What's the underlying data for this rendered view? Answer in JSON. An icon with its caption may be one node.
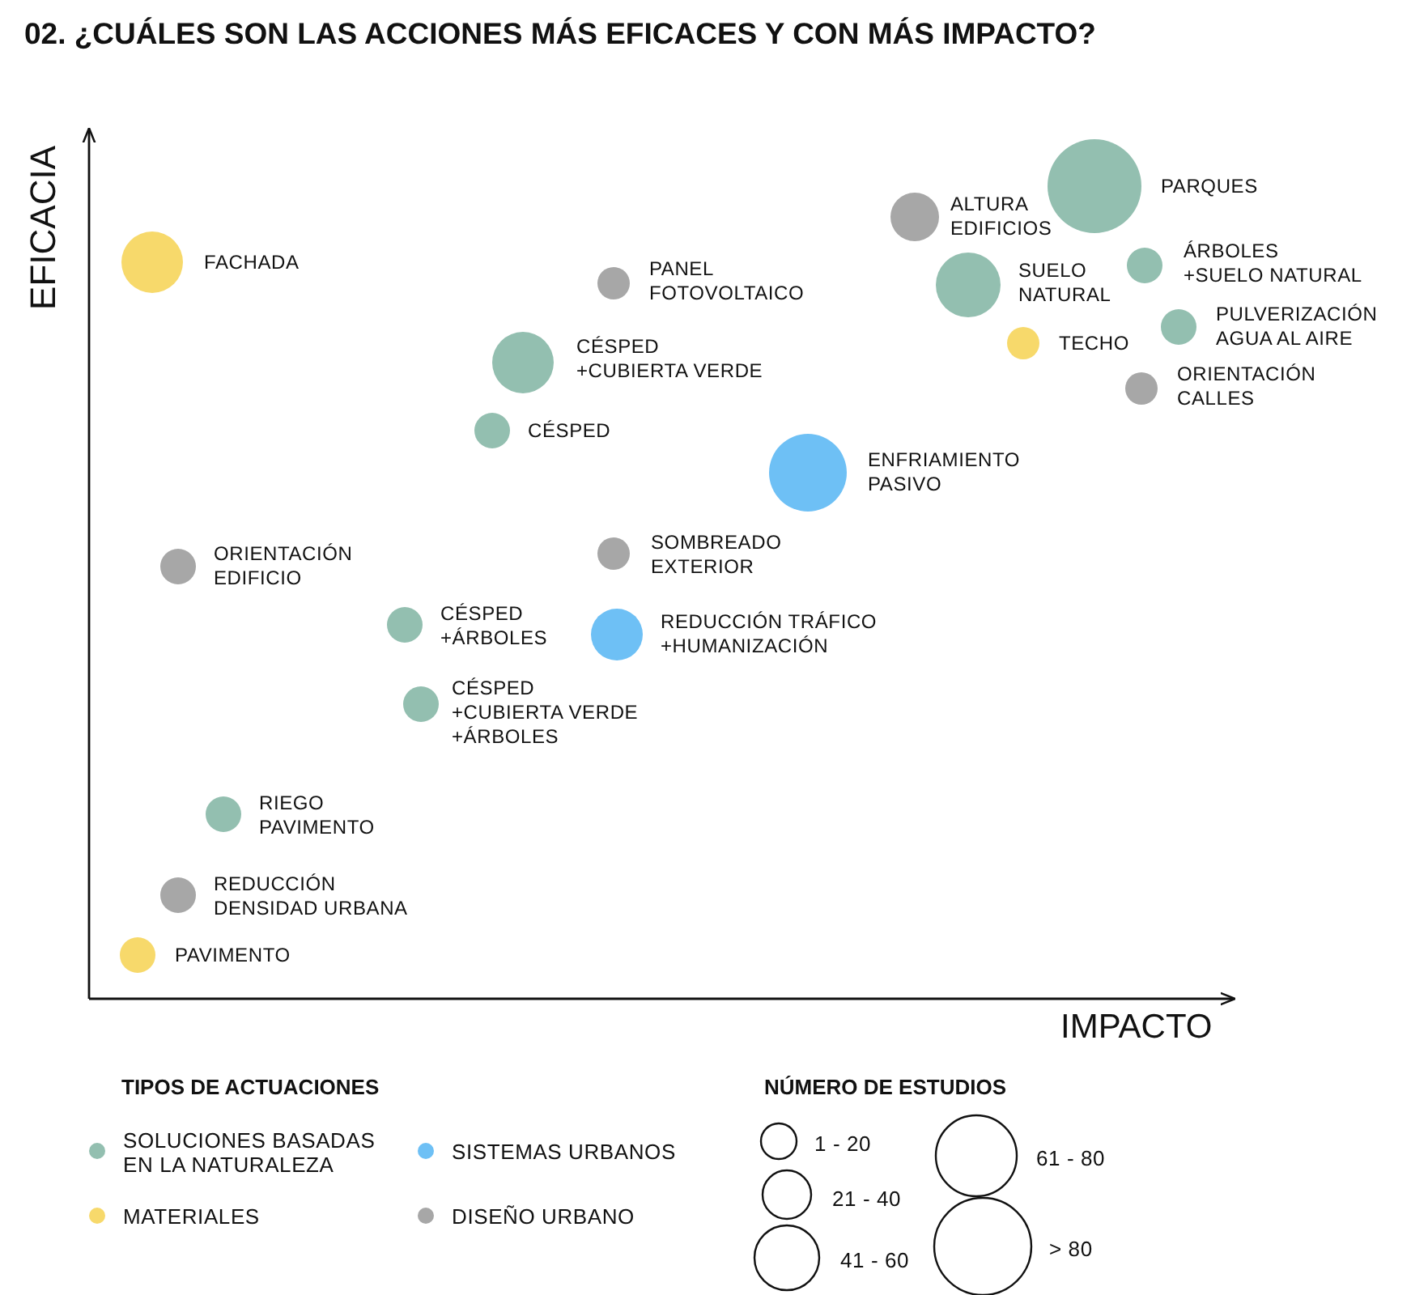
{
  "diagram": {
    "title": "02. ¿CUÁLES SON LAS ACCIONES MÁS EFICACES Y CON MÁS IMPACTO?",
    "nodes": [
      {
        "text": [],
        "shape": "circle",
        "beside": [
          "PARQUES"
        ]
      },
      {
        "text": [],
        "shape": "circle",
        "beside": [
          "ALTURA EDIFICIOS"
        ]
      },
      {
        "text": [],
        "shape": "circle",
        "beside": [
          "FACHADA"
        ]
      },
      {
        "text": [],
        "shape": "circle",
        "beside": [
          "ÁRBOLES +SUELO NATURAL"
        ]
      },
      {
        "text": [],
        "shape": "circle",
        "beside": [
          "PANEL FOTOVOLTAICO"
        ]
      },
      {
        "text": [],
        "shape": "circle",
        "beside": [
          "SUELO NATURAL"
        ]
      },
      {
        "text": [],
        "shape": "circle",
        "beside": [
          "PULVERIZACIÓN AGUA AL AIRE"
        ]
      },
      {
        "text": [],
        "shape": "circle",
        "beside": [
          "TECHO"
        ]
      },
      {
        "text": [],
        "shape": "circle",
        "beside": [
          "CÉSPED +CUBIERTA VERDE"
        ]
      },
      {
        "text": [],
        "shape": "circle",
        "beside": [
          "ORIENTACIÓN CALLES"
        ]
      },
      {
        "text": [],
        "shape": "circle",
        "beside": [
          "CÉSPED"
        ]
      },
      {
        "text": [],
        "shape": "circle",
        "beside": [
          "ENFRIAMIENTO PASIVO"
        ]
      },
      {
        "text": [],
        "shape": "circle",
        "beside": [
          "SOMBREADO EXTERIOR"
        ]
      },
      {
        "text": [],
        "shape": "circle",
        "beside": [
          "ORIENTACIÓN EDIFICIO"
        ]
      },
      {
        "text": [],
        "shape": "circle",
        "beside": [
          "CÉSPED +ÁRBOLES"
        ]
      },
      {
        "text": [],
        "shape": "circle",
        "beside": [
          "REDUCCIÓN TRÁFICO +HUMANIZACIÓN"
        ]
      },
      {
        "text": [],
        "shape": "circle",
        "beside": [
          "CÉSPED +CUBIERTA VERDE +ÁRBOLES"
        ]
      },
      {
        "text": [],
        "shape": "circle",
        "beside": [
          "RIEGO PAVIMENTO"
        ]
      },
      {
        "text": [],
        "shape": "circle",
        "beside": [
          "REDUCCIÓN DENSIDAD URBANA"
        ]
      },
      {
        "text": [],
        "shape": "circle",
        "beside": [
          "PAVIMENTO"
        ]
      }
    ],
    "labels": [
      "EFICACIA",
      "IMPACTO",
      "TIPOS DE ACTUACIONES",
      "NÚMERO DE ESTUDIOS"
    ],
    "legend": [
      {
        "text": "SOLUCIONES BASADAS EN LA NATURALEZA",
        "color": "#93bfb0"
      },
      {
        "text": "SISTEMAS URBANOS",
        "color": "#6ec0f5"
      },
      {
        "text": "MATERIALES",
        "color": "#f7d96b"
      },
      {
        "text": "DISEÑO URBANO",
        "color": "#a7a7a7"
      },
      {
        "text": "1 - 20"
      },
      {
        "text": "21 - 40"
      },
      {
        "text": "41 - 60"
      },
      {
        "text": "61 - 80"
      },
      {
        "text": "> 80"
      }
    ]
  }
}
